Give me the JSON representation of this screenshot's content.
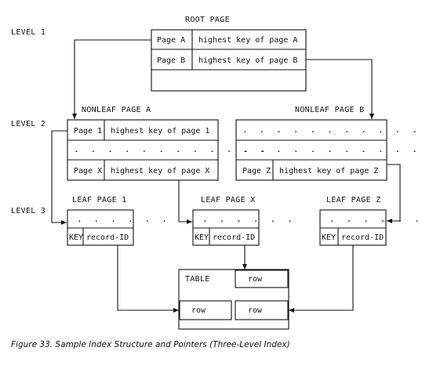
{
  "levels": {
    "level1": "LEVEL 1",
    "level2": "LEVEL 2",
    "level3": "LEVEL 3"
  },
  "root": {
    "title": "ROOT PAGE",
    "rows": [
      {
        "page": "Page A",
        "key": "highest key of page A"
      },
      {
        "page": "Page B",
        "key": "highest key of page B"
      }
    ]
  },
  "nonleaf_a": {
    "title": "NONLEAF PAGE A",
    "row1": {
      "page": "Page 1",
      "key": "highest key of page 1"
    },
    "dots": ". . . . . . . . . . . .",
    "row3": {
      "page": "Page X",
      "key": "highest key of page X"
    }
  },
  "nonleaf_b": {
    "title": "NONLEAF PAGE B",
    "dots1": ". . . . . . . . . . . . . . .",
    "dots2": ". . . . . . . . . . . . . . .",
    "row3": {
      "page": "Page Z",
      "key": "highest key of page Z"
    }
  },
  "leaf_1": {
    "title": "LEAF PAGE 1",
    "dots": ". . . . . .",
    "key": "KEY",
    "rid": "record-ID"
  },
  "leaf_x": {
    "title": "LEAF PAGE X",
    "dots": ". . . . . .",
    "key": "KEY",
    "rid": "record-ID"
  },
  "leaf_z": {
    "title": "LEAF PAGE Z",
    "dots": ". . . . . .",
    "key": "KEY",
    "rid": "record-ID"
  },
  "table": {
    "title": "TABLE",
    "row_top": "row",
    "row_bl": "row",
    "row_br": "row"
  },
  "caption": "Figure 33. Sample Index Structure and Pointers (Three-Level Index)"
}
